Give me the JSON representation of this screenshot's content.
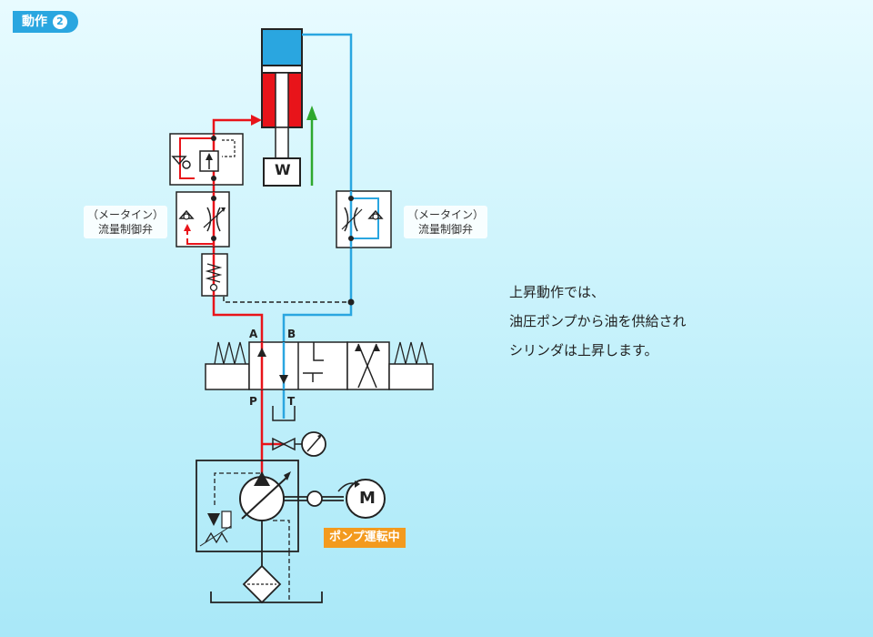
{
  "header": {
    "title": "動作",
    "step": "2"
  },
  "labels": {
    "valve_left": [
      "（メータイン）",
      "流量制御弁"
    ],
    "valve_right": [
      "（メータイン）",
      "流量制御弁"
    ],
    "weight": "W",
    "motor": "M",
    "pump_status": "ポンプ運転中",
    "ports": {
      "a": "A",
      "b": "B",
      "p": "P",
      "t": "T"
    }
  },
  "description": [
    "上昇動作では、",
    "油圧ポンプから油を供給され",
    "シリンダは上昇します。"
  ],
  "colors": {
    "pressure_line": "#e8141a",
    "return_line": "#2aa6e0",
    "motion_arrow": "#2ea82e",
    "cylinder_cap": "#2aa6e0",
    "pump_badge": "#f39a1e"
  },
  "icons": [
    "cylinder-icon",
    "check-valve-icon",
    "flow-control-valve-icon",
    "directional-valve-icon",
    "pressure-gauge-icon",
    "pump-icon",
    "motor-icon",
    "filter-icon",
    "tank-icon",
    "up-arrow-icon"
  ]
}
